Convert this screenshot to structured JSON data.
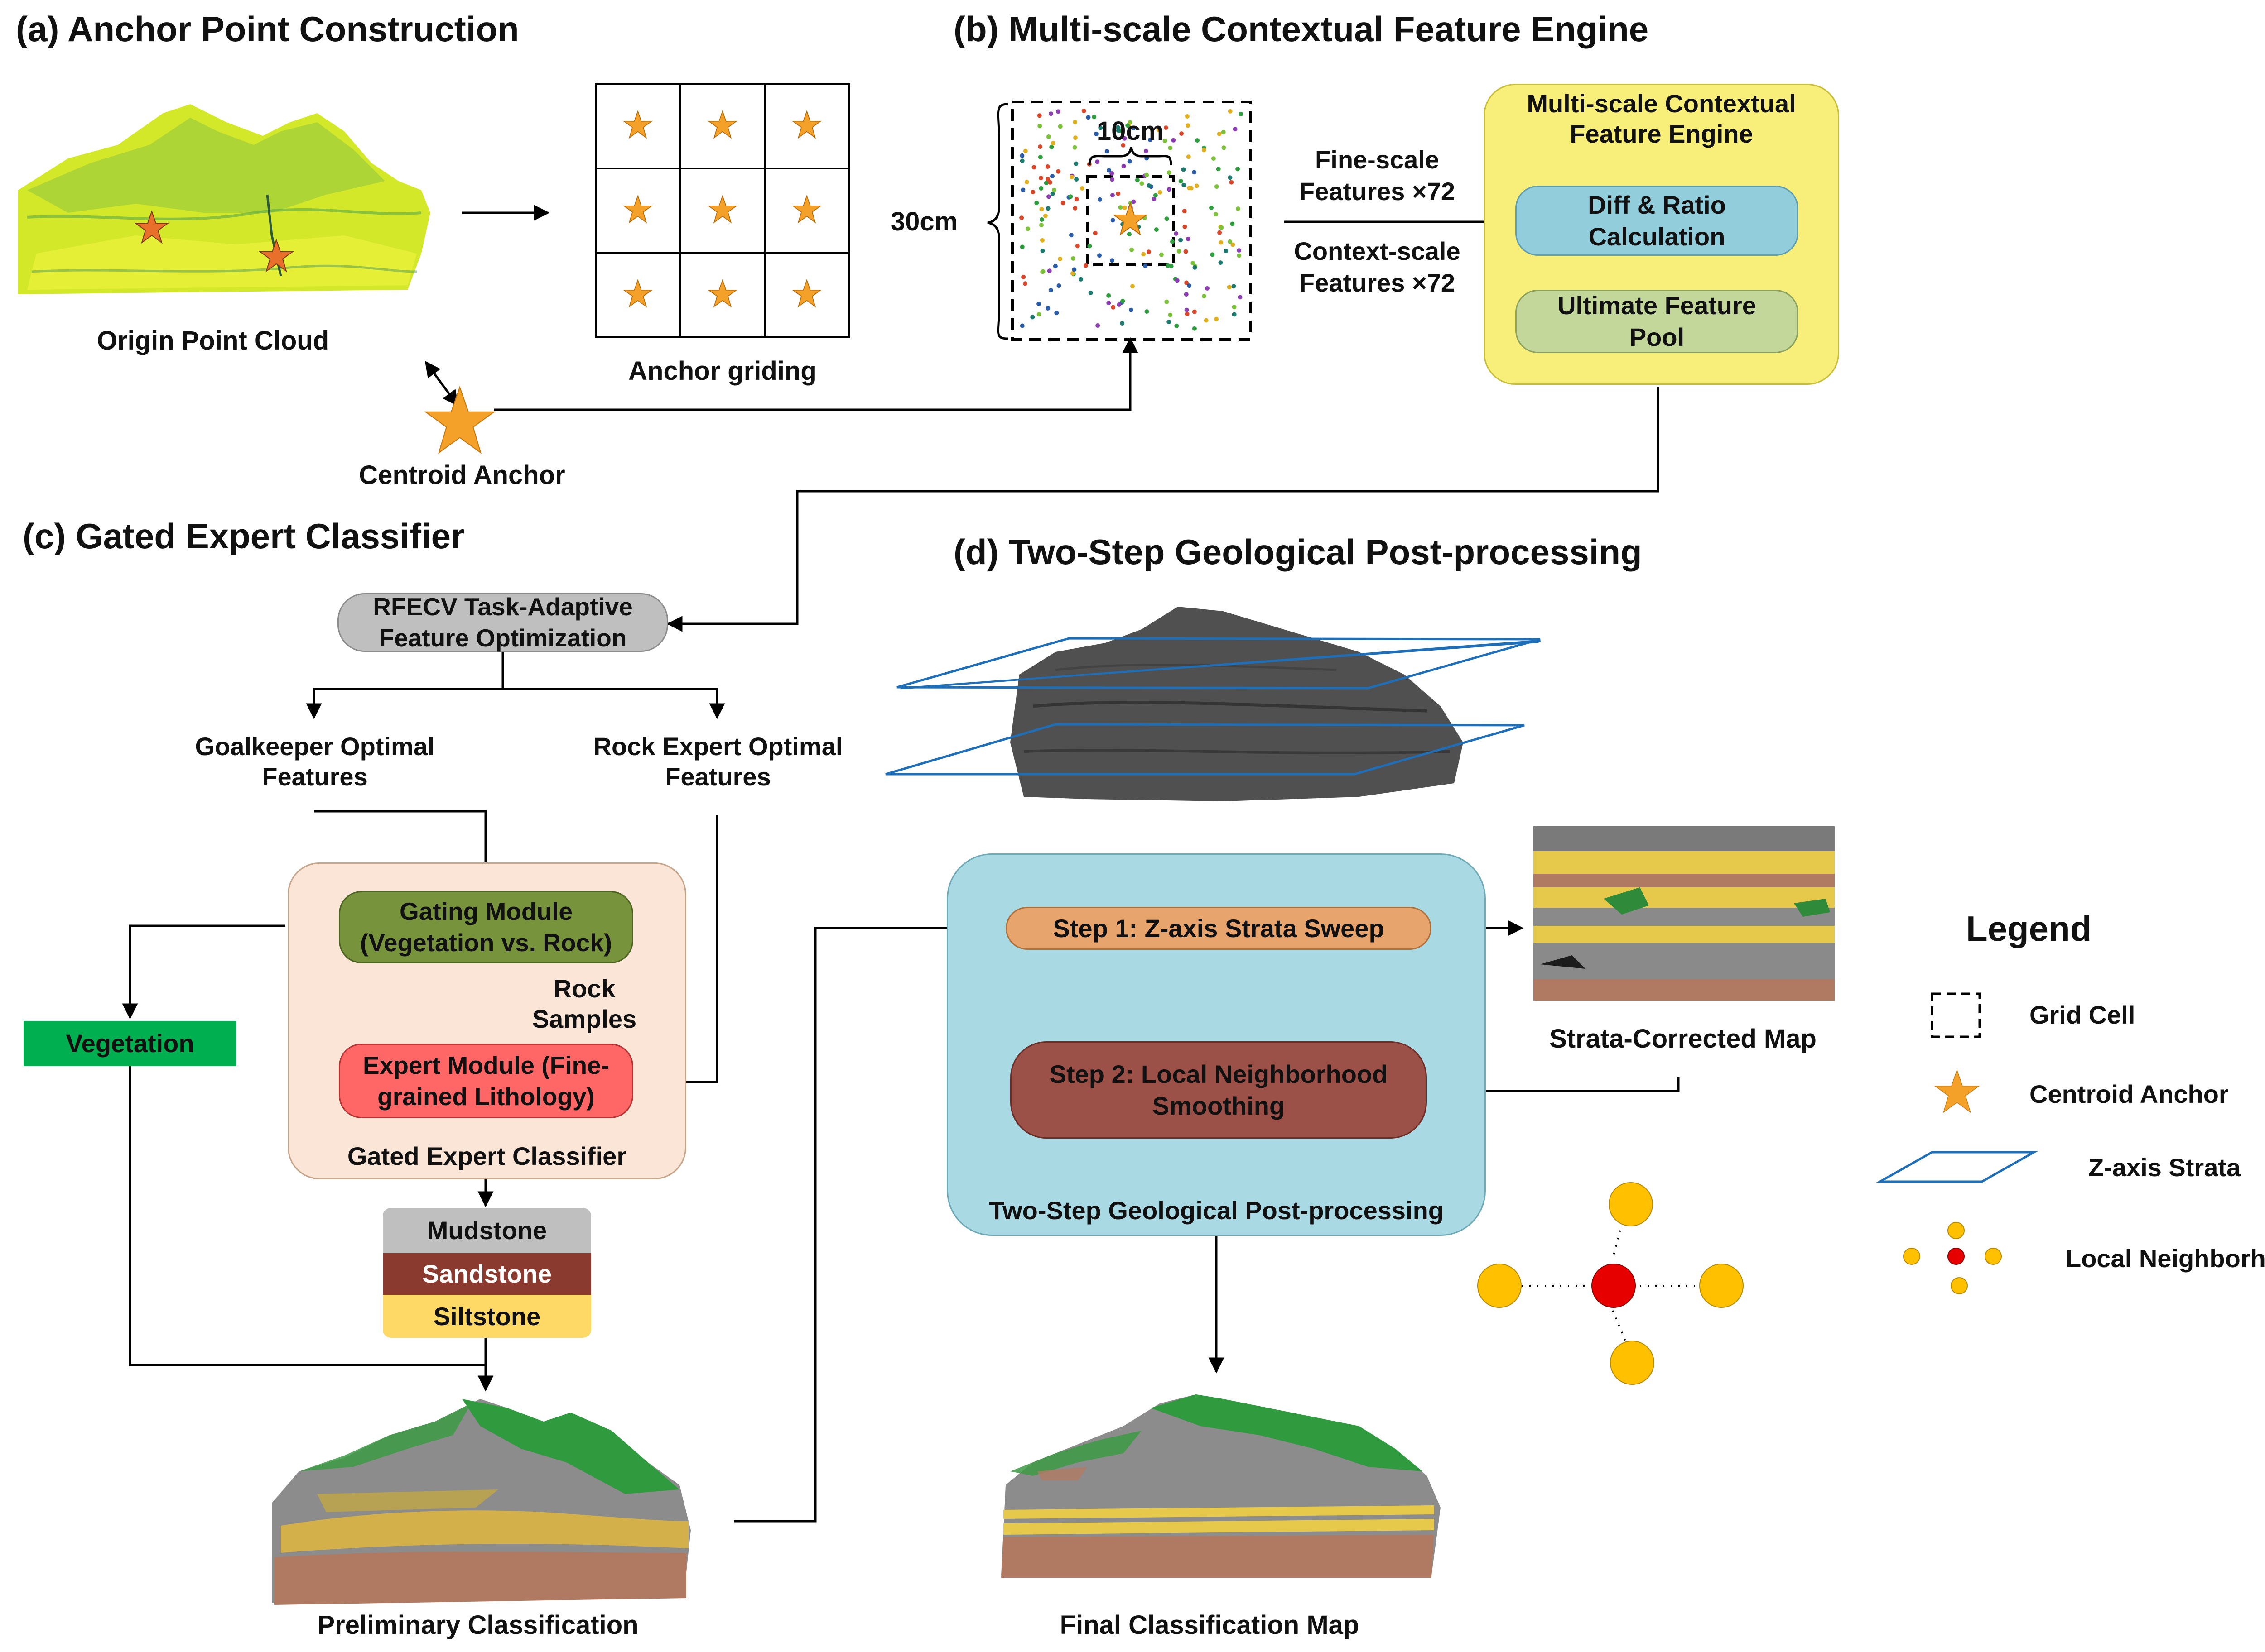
{
  "sections": {
    "a": "(a) Anchor Point Construction",
    "b": "(b) Multi-scale Contextual Feature Engine",
    "c": "(c) Gated Expert Classifier",
    "d": "(d)  Two-Step Geological Post-processing"
  },
  "anchor": {
    "origin_label": "Origin Point Cloud",
    "grid_label": "Anchor griding",
    "centroid_label": "Centroid Anchor"
  },
  "multiscale": {
    "size_outer": "30cm",
    "size_inner": "10cm",
    "fine_line1": "Fine-scale",
    "fine_line2": "Features ×72",
    "context_line1": "Context-scale",
    "context_line2": "Features ×72",
    "engine_title": "Multi-scale Contextual Feature Engine",
    "diff_ratio": "Diff & Ratio Calculation",
    "feature_pool": "Ultimate Feature Pool"
  },
  "classifier": {
    "rfecv": "RFECV Task-Adaptive Feature Optimization",
    "goalkeeper": "Goalkeeper Optimal Features",
    "rock_expert": "Rock Expert Optimal Features",
    "gating": "Gating Module (Vegetation vs. Rock)",
    "rock_samples": "Rock Samples",
    "expert": "Expert Module (Fine-grained Lithology)",
    "panel_label": "Gated Expert Classifier",
    "vegetation": "Vegetation",
    "classes": [
      "Mudstone",
      "Sandstone",
      "Siltstone"
    ],
    "preliminary": "Preliminary Classification"
  },
  "post": {
    "step1": "Step 1: Z-axis Strata Sweep",
    "step2": "Step 2: Local Neighborhood Smoothing",
    "panel_label": "Two-Step Geological Post-processing",
    "strata_map": "Strata-Corrected Map",
    "final_map": "Final Classification Map"
  },
  "legend": {
    "title": "Legend",
    "items": [
      "Grid Cell",
      "Centroid Anchor",
      "Z-axis Strata",
      "Local Neighborhood"
    ]
  },
  "colors": {
    "engine_panel": "#f7ef7a",
    "diff_box": "#92cddc",
    "pool_box": "#c4d79b",
    "gating": "#77933c",
    "expert": "#ff6666",
    "gated_panel": "#fbe5d6",
    "vegetation": "#00b050",
    "mudstone": "#bfbfbf",
    "sandstone": "#8b3a2f",
    "siltstone": "#ffd966",
    "post_panel": "#a9d9e3",
    "step1": "#e8a46d",
    "step2": "#9c5148",
    "rfecv": "#bfbfbf",
    "star": "#f4a12a",
    "strata_plane": "#1f6eb8",
    "neighbor": "#ffc000",
    "center": "#e60000"
  }
}
